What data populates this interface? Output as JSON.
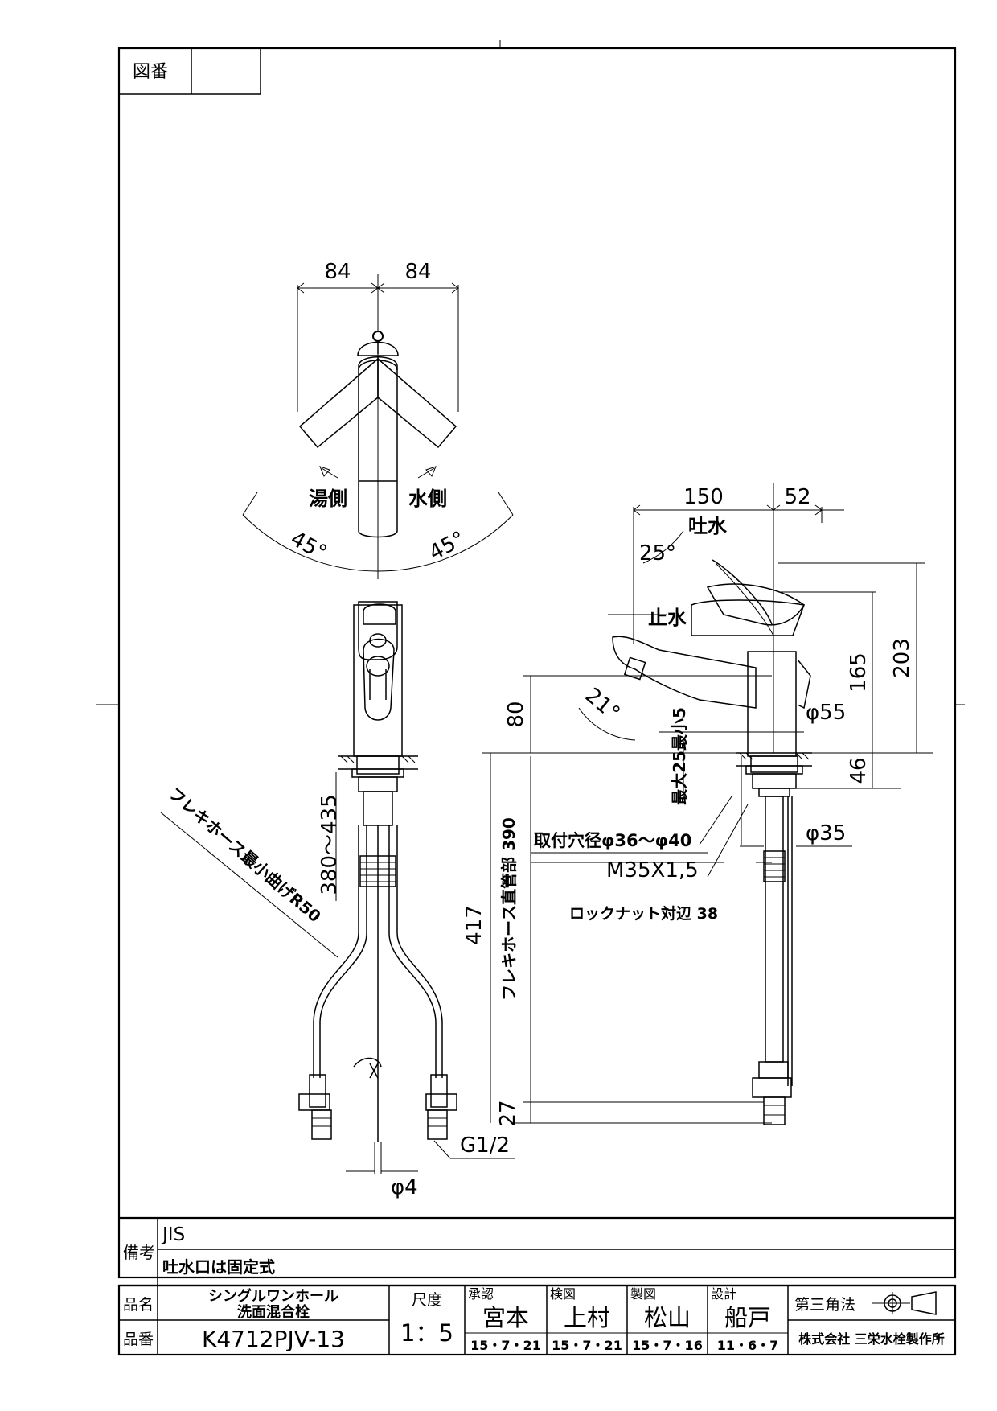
{
  "title_block": {
    "drawing_number_label": "図番",
    "drawing_number_value": "",
    "remarks_label": "備考",
    "remarks": [
      "JIS",
      "吐水口は固定式"
    ],
    "product_name_label": "品名",
    "product_name_line1": "シングルワンホール",
    "product_name_line2": "洗面混合栓",
    "product_code_label": "品番",
    "product_code": "K4712PJV-13",
    "scale_label": "尺度",
    "scale_value": "1：5",
    "approval_label": "承認",
    "approval_name": "宮本",
    "approval_date": "15・7・21",
    "check_label": "検図",
    "check_name": "上村",
    "check_date": "15・7・21",
    "drawn_label": "製図",
    "drawn_name": "松山",
    "drawn_date": "15・7・16",
    "design_label": "設計",
    "design_name": "船戸",
    "design_date": "11・6・7",
    "projection_label": "第三角法",
    "company": "株式会社 三栄水栓製作所"
  },
  "dimensions": {
    "top_left": "84",
    "top_right": "84",
    "hot_side": "湯側",
    "cold_side": "水側",
    "angle_left": "45°",
    "angle_right": "45°",
    "width_150": "150",
    "width_52": "52",
    "spout_label": "吐水",
    "spout_angle": "25°",
    "stop_label": "止水",
    "handle_angle": "21°",
    "h_80": "80",
    "h_165": "165",
    "h_203": "203",
    "dia_55": "φ55",
    "counter_min_max": "最大25最小5",
    "h_46": "46",
    "mount_hole": "取付穴径φ36～φ40",
    "dia_35": "φ35",
    "thread": "M35X1,5",
    "hose_length": "フレキホース直管部 390",
    "lock_nut": "ロックナット対辺 38",
    "h_417": "417",
    "h_27": "27",
    "flex_range": "380～435",
    "flex_bend": "フレキホース最小曲げR50",
    "g_thread": "G1/2",
    "dia_4": "φ4"
  }
}
